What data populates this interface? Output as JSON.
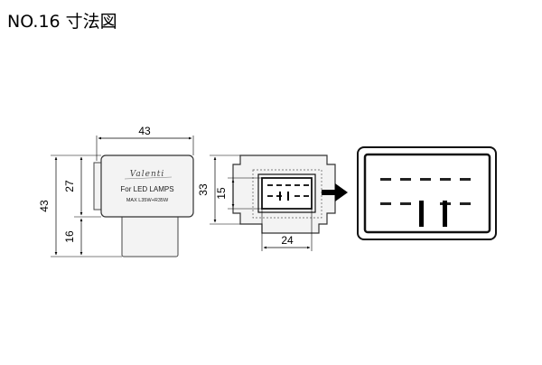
{
  "title": "NO.16 寸法図",
  "product": {
    "brand": "Valenti",
    "line1": "For LED LAMPS",
    "line2": "MAX L35W+R35W"
  },
  "dimensions": {
    "front_width": "43",
    "front_height_total": "43",
    "front_height_body": "27",
    "front_height_connector": "16",
    "rear_height": "33",
    "rear_connector_height": "15",
    "rear_connector_width": "24"
  },
  "colors": {
    "housing": "#f3f3f3",
    "outline": "#333333",
    "accent": "#000000"
  },
  "icons": {
    "arrow": "right-arrow-icon"
  }
}
